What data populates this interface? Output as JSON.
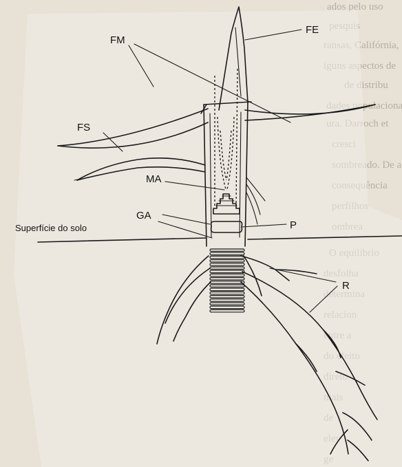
{
  "labels": {
    "fe": "FE",
    "fm": "FM",
    "fs": "FS",
    "ma": "MA",
    "ga": "GA",
    "p": "P",
    "r": "R",
    "soil_surface": "Superfície do solo"
  },
  "background_text": [
    "ados pelo uso",
    "pesquis",
    "ransas, Califórnia,",
    "iguns aspectos de",
    "de distribu",
    "dades populacionais de",
    "ura. Darroch et",
    "cresci",
    "sombreado. De acord",
    "consequência",
    "perfilhos",
    "ombrea",
    "O equilíbrio",
    "desfolha",
    "determina",
    "relacion",
    "entre a",
    "do efeito",
    "direto",
    "mais",
    "de",
    "elev",
    "ge"
  ]
}
